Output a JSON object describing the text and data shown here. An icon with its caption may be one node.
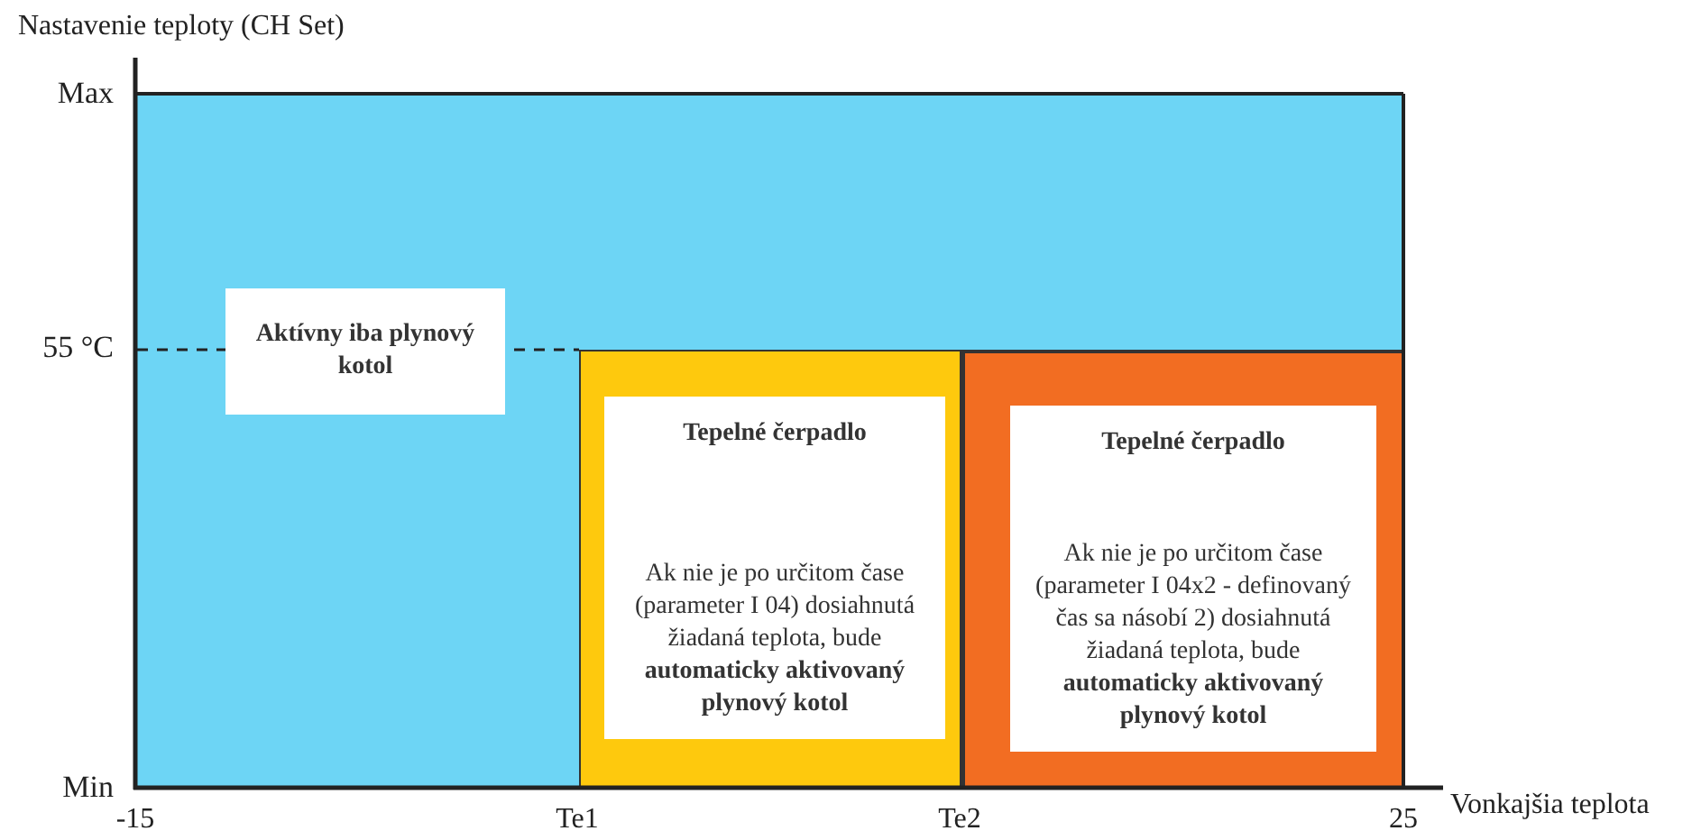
{
  "diagram": {
    "nodes": [
      {
        "text": [],
        "shape": "box"
      },
      {
        "text": [
          "Aktívny iba plynový kotol"
        ],
        "in": 0
      },
      {
        "text": [],
        "shape": "box",
        "in": 0
      },
      {
        "text": [
          "Tepelné čerpadlo",
          "Ak nie je po určitom čase (parameter I 04) dosiahnutá žiadaná teplota, bude **automaticky aktivovaný plynový kotol**"
        ],
        "in": 2
      },
      {
        "text": [],
        "shape": "box",
        "in": 0
      },
      {
        "text": [
          "Tepelné čerpadlo",
          "Ak nie je po určitom čase (parameter I 04x2 - definovaný čas sa násobí 2) dosiahnutá žiadaná teplota, bude **automaticky aktivovaný plynový kotol**"
        ],
        "in": 4
      }
    ],
    "edges": [],
    "labels": [
      "Nastavenie teploty (CH Set)",
      "Max",
      "55 °C",
      "Min",
      "-15",
      "Te1",
      "Te2",
      "25",
      "Vonkajšia teplota"
    ]
  }
}
